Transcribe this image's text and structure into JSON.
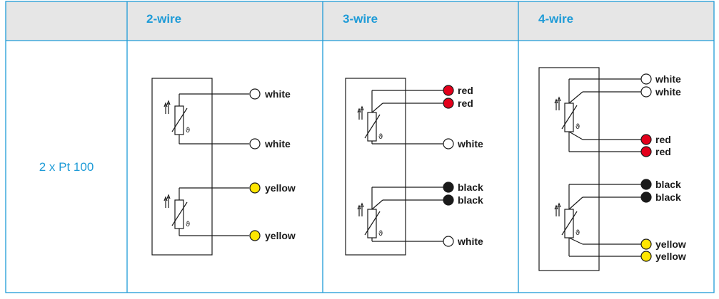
{
  "colors": {
    "accent": "#1e9bd7",
    "header_bg": "#e6e6e6",
    "white": "#ffffff",
    "red": "#e3001b",
    "black": "#1a1a1a",
    "yellow": "#ffe600"
  },
  "table": {
    "row_label": "2 x Pt 100",
    "columns": [
      {
        "title": "2-wire",
        "terminals": [
          {
            "label": "white",
            "color": "white"
          },
          {
            "label": "white",
            "color": "white"
          },
          {
            "label": "yellow",
            "color": "yellow"
          },
          {
            "label": "yellow",
            "color": "yellow"
          }
        ]
      },
      {
        "title": "3-wire",
        "terminals": [
          {
            "label": "red",
            "color": "red"
          },
          {
            "label": "red",
            "color": "red"
          },
          {
            "label": "white",
            "color": "white"
          },
          {
            "label": "black",
            "color": "black"
          },
          {
            "label": "black",
            "color": "black"
          },
          {
            "label": "white",
            "color": "white"
          }
        ]
      },
      {
        "title": "4-wire",
        "terminals": [
          {
            "label": "white",
            "color": "white"
          },
          {
            "label": "white",
            "color": "white"
          },
          {
            "label": "red",
            "color": "red"
          },
          {
            "label": "red",
            "color": "red"
          },
          {
            "label": "black",
            "color": "black"
          },
          {
            "label": "black",
            "color": "black"
          },
          {
            "label": "yellow",
            "color": "yellow"
          },
          {
            "label": "yellow",
            "color": "yellow"
          }
        ]
      }
    ],
    "theta_symbol": "ϑ"
  }
}
